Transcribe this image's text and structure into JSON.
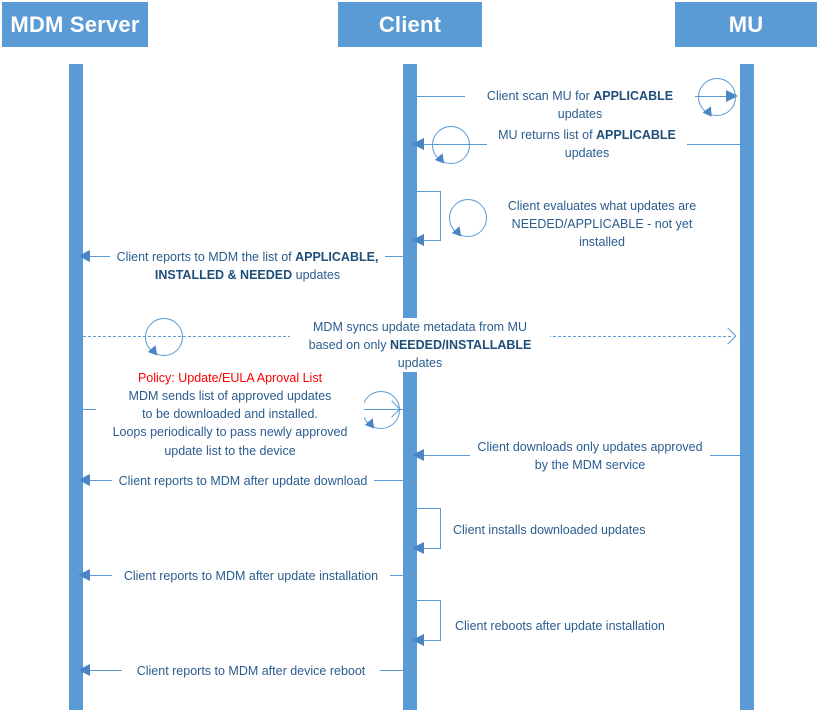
{
  "diagram": {
    "title": "MDM / Client / Microsoft Update sequence diagram",
    "accent_color": "#5b9bd5",
    "text_color": "#2a5d8f",
    "policy_color": "#ff0000"
  },
  "actors": [
    {
      "id": "mdm",
      "label": "MDM Server"
    },
    {
      "id": "client",
      "label": "Client"
    },
    {
      "id": "mu",
      "label": "MU"
    }
  ],
  "messages": [
    {
      "id": "m1",
      "from": "client",
      "to": "mu",
      "direction": "right",
      "style": "solid",
      "self_loop": true,
      "lines": [
        {
          "text": "Client scan MU for ",
          "bold": "APPLICABLE",
          "after": " updates"
        }
      ],
      "plain": "Client scan MU for APPLICABLE updates"
    },
    {
      "id": "m2",
      "from": "mu",
      "to": "client",
      "direction": "left",
      "style": "solid",
      "self_loop": true,
      "plain": "MU returns list of APPLICABLE updates"
    },
    {
      "id": "m3",
      "from": "client",
      "to": "client",
      "direction": "self",
      "style": "solid",
      "self_loop": true,
      "plain": "Client evaluates what updates are NEEDED/APPLICABLE - not yet installed"
    },
    {
      "id": "m4",
      "from": "client",
      "to": "mdm",
      "direction": "left",
      "style": "solid",
      "self_loop": false,
      "plain": "Client reports to MDM the list of APPLICABLE, INSTALLED & NEEDED updates"
    },
    {
      "id": "m5",
      "from": "mdm",
      "to": "mu",
      "direction": "right",
      "style": "dashed",
      "self_loop": true,
      "plain": "MDM syncs update metadata from MU based on only NEEDED/INSTALLABLE updates"
    },
    {
      "id": "m6",
      "from": "mdm",
      "to": "client",
      "direction": "right",
      "style": "solid",
      "self_loop": true,
      "policy": "Policy: Update/EULA Aproval List",
      "plain": "MDM sends list of approved updates to be downloaded and installed. Loops periodically to pass newly approved update list to the device"
    },
    {
      "id": "m7",
      "from": "mu",
      "to": "client",
      "direction": "left",
      "style": "solid",
      "self_loop": false,
      "plain": "Client downloads only updates approved by the MDM service"
    },
    {
      "id": "m8",
      "from": "client",
      "to": "mdm",
      "direction": "left",
      "style": "solid",
      "self_loop": false,
      "plain": "Client reports to MDM after update download"
    },
    {
      "id": "m9",
      "from": "client",
      "to": "client",
      "direction": "self",
      "style": "solid",
      "self_loop": false,
      "plain": "Client installs downloaded updates"
    },
    {
      "id": "m10",
      "from": "client",
      "to": "mdm",
      "direction": "left",
      "style": "solid",
      "self_loop": false,
      "plain": "Client reports to MDM after update installation"
    },
    {
      "id": "m11",
      "from": "client",
      "to": "client",
      "direction": "self",
      "style": "solid",
      "self_loop": false,
      "plain": "Client reboots after update installation"
    },
    {
      "id": "m12",
      "from": "client",
      "to": "mdm",
      "direction": "left",
      "style": "solid",
      "self_loop": false,
      "plain": "Client reports to MDM after device reboot"
    }
  ],
  "labels": {
    "m1_a": "Client scan MU for ",
    "m1_b": "APPLICABLE",
    "m1_c": " updates",
    "m2_a": "MU returns list of ",
    "m2_b": "APPLICABLE",
    "m2_c": "updates",
    "m3_l1": "Client evaluates what updates are",
    "m3_l2": "NEEDED/APPLICABLE - not yet installed",
    "m4_a": "Client reports to MDM the list of ",
    "m4_b": "APPLICABLE,",
    "m4_c": "INSTALLED & NEEDED",
    "m4_d": " updates",
    "m5_l1": "MDM syncs update metadata from MU",
    "m5_l2a": "based on only ",
    "m5_l2b": "NEEDED/INSTALLABLE",
    "m5_l2c": " updates",
    "m6_policy": "Policy: Update/EULA Aproval List",
    "m6_l1": "MDM sends list of approved updates",
    "m6_l2": "to be downloaded and installed.",
    "m6_l3": "Loops periodically to pass newly approved",
    "m6_l4": "update list to the device",
    "m7_l1": "Client downloads only updates approved",
    "m7_l2": "by the MDM service",
    "m8": "Client reports to MDM after update download",
    "m9": "Client installs downloaded updates",
    "m10": "Client reports to MDM after update installation",
    "m11": "Client reboots after update installation",
    "m12": "Client reports to MDM after device reboot"
  }
}
